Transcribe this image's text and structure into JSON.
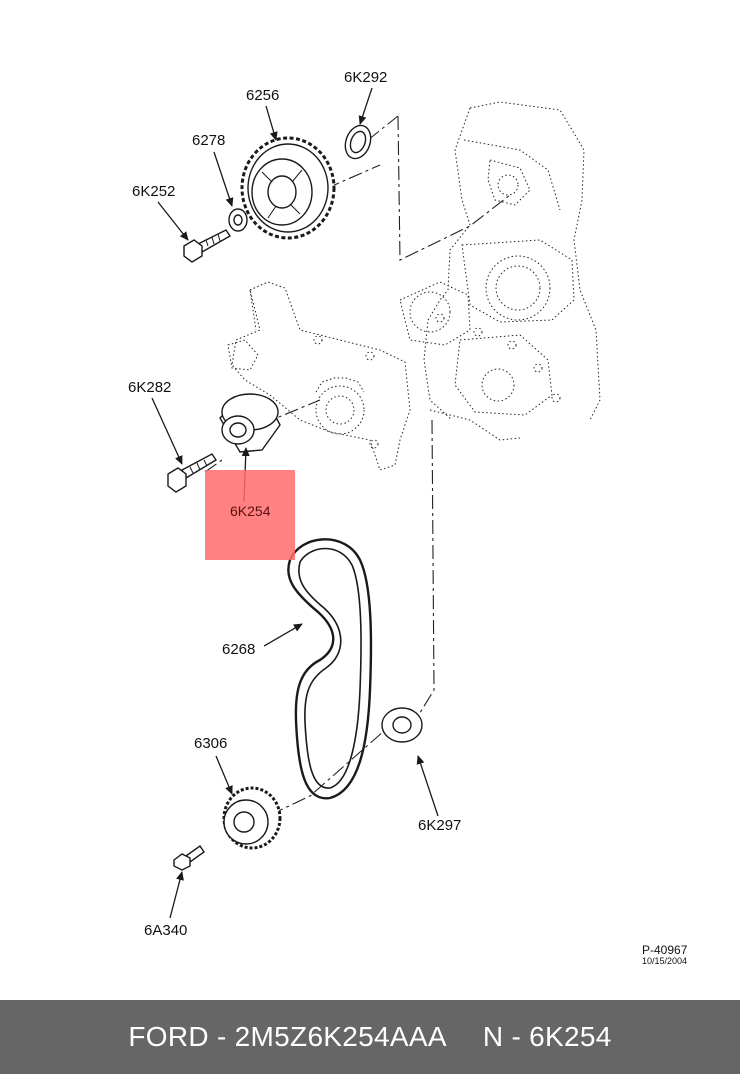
{
  "diagram": {
    "part_labels": {
      "l_6256": "6256",
      "l_6K292": "6K292",
      "l_6278": "6278",
      "l_6K252": "6K252",
      "l_6K282": "6K282",
      "l_6K254": "6K254",
      "l_6268": "6268",
      "l_6306": "6306",
      "l_6K297": "6K297",
      "l_6A340": "6A340"
    },
    "highlight": {
      "label": "6K254",
      "color": "#ff6b6b"
    },
    "reference": {
      "number": "P-40967",
      "date": "10/15/2004"
    }
  },
  "footer": {
    "manufacturer_part": "FORD - 2M5Z6K254AAA",
    "oem_number": "N - 6K254",
    "background": "#666666",
    "text_color": "#ffffff"
  }
}
